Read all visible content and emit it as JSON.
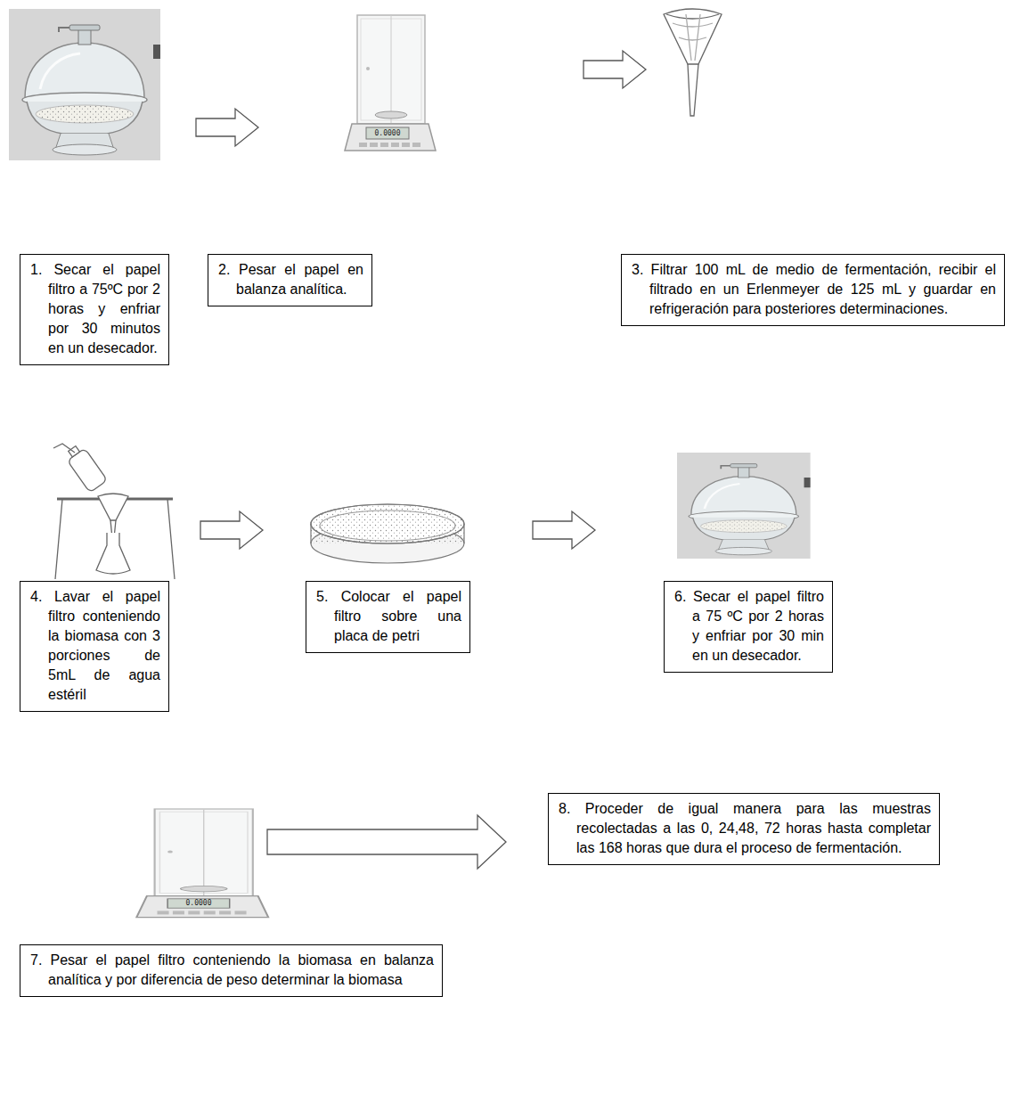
{
  "diagram": {
    "nodes": [
      {
        "text": [
          "1. Secar el papel filtro a 75ºC por 2 horas y enfriar por 30 minutos en un desecador."
        ]
      },
      {
        "text": [
          "2. Pesar el papel en balanza analítica."
        ]
      },
      {
        "text": [
          "3. Filtrar 100 mL de medio de fermentación, recibir el filtrado en un Erlenmeyer de 125 mL y guardar en refrigeración para posteriores determinaciones."
        ]
      },
      {
        "text": [
          "4. Lavar el papel filtro conteniendo la biomasa con 3 porciones de 5mL de agua estéril"
        ]
      },
      {
        "text": [
          "5. Colocar el papel filtro sobre una placa de petri"
        ]
      },
      {
        "text": [
          "6. Secar el papel filtro a 75 ºC por 2 horas y enfriar por 30 min en un desecador."
        ]
      },
      {
        "text": [
          "7. Pesar el papel filtro conteniendo la biomasa en balanza analítica y por diferencia de peso determinar la biomasa"
        ]
      },
      {
        "text": [
          "8. Proceder de igual manera para las muestras recolectadas a las 0, 24,48, 72 horas hasta completar las 168 horas que dura el proceso de fermentación."
        ]
      }
    ],
    "edges": [
      {
        "from": 0,
        "to": 1,
        "arrow": "to"
      },
      {
        "from": 1,
        "to": 2,
        "arrow": "to"
      },
      {
        "from": 3,
        "to": 4,
        "arrow": "to"
      },
      {
        "from": 4,
        "to": 5,
        "arrow": "to"
      },
      {
        "from": 6,
        "to": 7,
        "arrow": "to"
      }
    ],
    "labels": [
      "0.0000",
      "0.0000"
    ]
  }
}
